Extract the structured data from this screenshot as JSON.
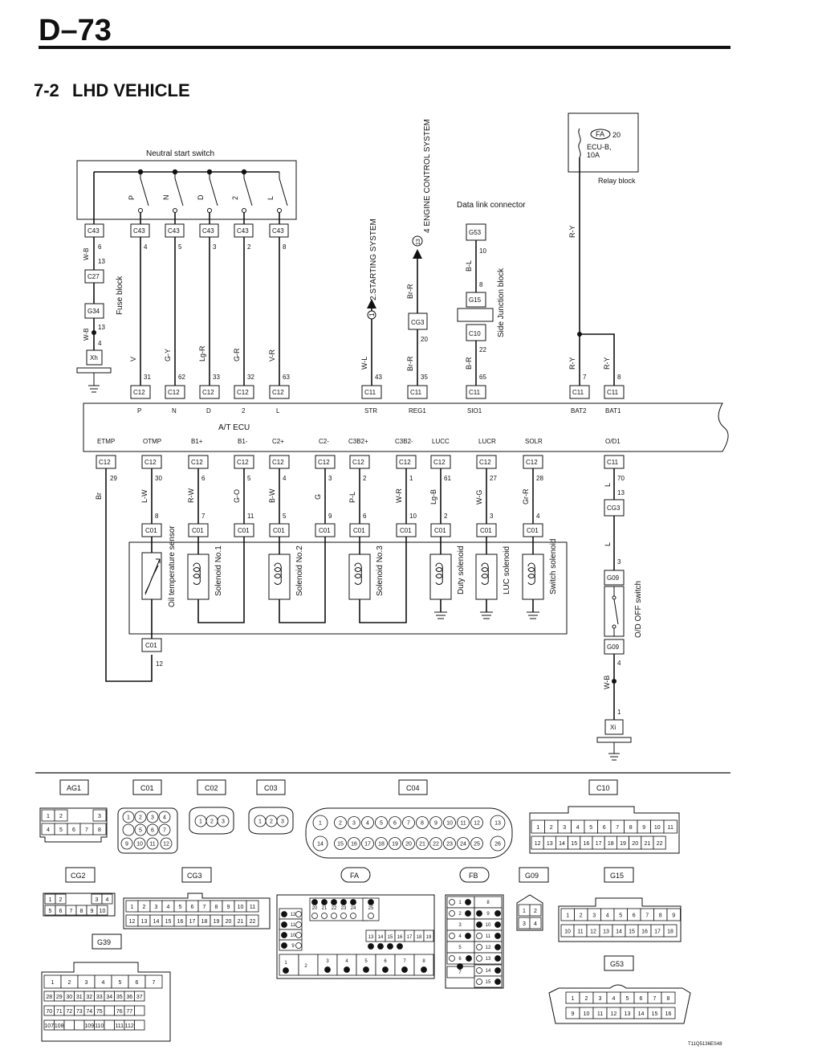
{
  "page_number": "D–73",
  "section_number": "7-2",
  "section_title": "LHD VEHICLE",
  "figure_code": "T11Q5136ES48",
  "neutral_start_switch": {
    "label": "Neutral start switch",
    "positions": [
      "P",
      "N",
      "D",
      "2",
      "L"
    ],
    "connectors": [
      {
        "id": "C43",
        "pin": "6"
      },
      {
        "id": "C43",
        "pin": "4"
      },
      {
        "id": "C43",
        "pin": "5"
      },
      {
        "id": "C43",
        "pin": "3"
      },
      {
        "id": "C43",
        "pin": "2"
      },
      {
        "id": "C43",
        "pin": "8"
      }
    ]
  },
  "fuse_block": {
    "label": "Fuse block",
    "c27": "C27",
    "g34": "G34",
    "xh": "Xh",
    "wire_upper": "W-B",
    "wire_lower": "W-B",
    "pins": [
      "6",
      "13",
      "13",
      "4"
    ]
  },
  "upper_wires": [
    "V",
    "G-Y",
    "Lg-R",
    "G-R",
    "V-R"
  ],
  "upper_pins": [
    "31",
    "62",
    "33",
    "32",
    "63"
  ],
  "starting_system": {
    "number": "1",
    "label": "2.STARTING SYSTEM",
    "wire": "W-L",
    "pin": "43"
  },
  "engine_control": {
    "number": "13",
    "label": "4 ENGINE CONTROL SYSTEM",
    "wire_upper": "Br-R",
    "wire_lower": "Br-R",
    "cg3": "CG3",
    "pin_cg3": "20",
    "pin": "35"
  },
  "data_link": {
    "label": "Data link connector",
    "g53": "G53",
    "pin_g53": "10",
    "wire_upper": "B-L",
    "pin_g15": "8",
    "g15": "G15",
    "c10": "C10",
    "pin_c10": "22",
    "wire_lower": "B-R",
    "pin": "65",
    "sjb_label": "Side Junction block"
  },
  "relay_block": {
    "fa": "FA",
    "fa_pin": "20",
    "fuse": "ECU-B,",
    "fuse_amp": "10A",
    "label": "Relay block",
    "wire_main": "R-Y",
    "wire_a": "R-Y",
    "wire_b": "R-Y",
    "pin_a": "7",
    "pin_b": "8"
  },
  "ecu": {
    "label": "A/T ECU",
    "top_connectors": [
      "C12",
      "C12",
      "C12",
      "C12",
      "C12",
      "C11",
      "C11",
      "C11",
      "C11",
      "C11"
    ],
    "top_terminals": [
      "P",
      "N",
      "D",
      "2",
      "L",
      "STR",
      "REG1",
      "SIO1",
      "BAT2",
      "BAT1"
    ],
    "bottom_terminals": [
      "ETMP",
      "OTMP",
      "B1+",
      "B1-",
      "C2+",
      "C2-",
      "C3B2+",
      "C3B2-",
      "LUCC",
      "LUCR",
      "SOLR",
      "O/D1"
    ],
    "bottom_connectors": [
      "C12",
      "C12",
      "C12",
      "C12",
      "C12",
      "C12",
      "C12",
      "C12",
      "C12",
      "C12",
      "C12",
      "C11"
    ],
    "bottom_pins": [
      "29",
      "30",
      "6",
      "5",
      "4",
      "3",
      "2",
      "1",
      "61",
      "27",
      "28",
      "70"
    ]
  },
  "lower_wires": [
    "Br",
    "L-W",
    "R-W",
    "G-O",
    "B-W",
    "G",
    "P-L",
    "W-R",
    "Lg-B",
    "W-G",
    "Gr-R",
    "L"
  ],
  "c01_pins": [
    "8",
    "7",
    "11",
    "5",
    "9",
    "6",
    "10",
    "2",
    "3",
    "4"
  ],
  "c01": "C01",
  "sensors": {
    "oil_temp": "Oil temperature sensor",
    "sol1": "Solenoid No.1",
    "sol2": "Solenoid No.2",
    "sol3": "Solenoid No.3",
    "duty": "Duty solenoid",
    "luc": "LUC solenoid",
    "switch": "Switch solenoid",
    "c01_bottom_pin": "12"
  },
  "od_switch": {
    "label": "O/D OFF switch",
    "pin_cg3_top": "13",
    "cg3": "CG3",
    "wire": "L",
    "pin_g09": "3",
    "g09": "G09",
    "g09_b": "G09",
    "pin_g09_b": "4",
    "wire_ground": "W-B",
    "pin_xi": "1",
    "xi": "Xi"
  },
  "connector_views": {
    "AG1": "AG1",
    "C01": "C01",
    "C02": "C02",
    "C03": "C03",
    "C04": "C04",
    "C10": "C10",
    "CG2": "CG2",
    "CG3": "CG3",
    "FA": "FA",
    "FB": "FB",
    "G09": "G09",
    "G15": "G15",
    "G39": "G39",
    "G53": "G53"
  }
}
